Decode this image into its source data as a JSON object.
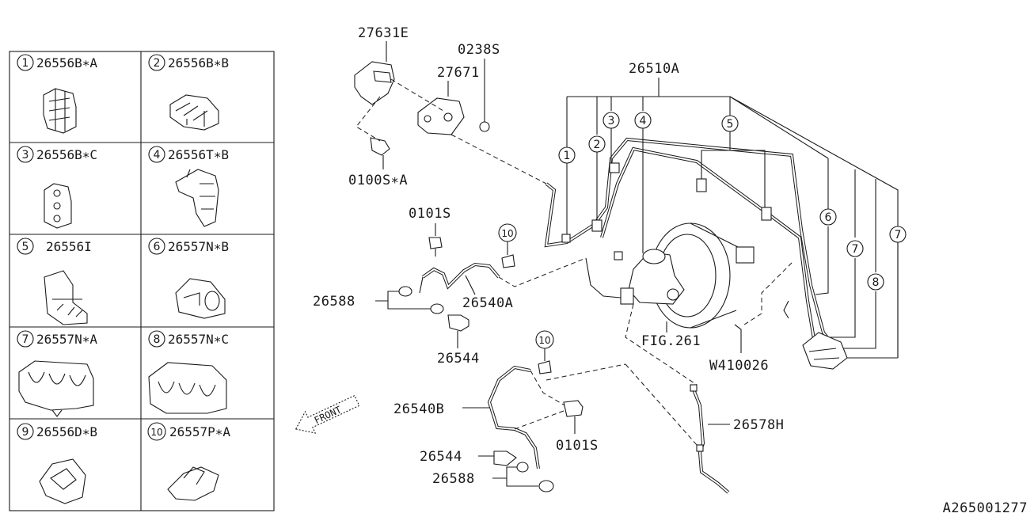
{
  "diagram_id": "A265001277",
  "legend": [
    {
      "num": "1",
      "code": "26556B∗A"
    },
    {
      "num": "2",
      "code": "26556B∗B"
    },
    {
      "num": "3",
      "code": "26556B∗C"
    },
    {
      "num": "4",
      "code": "26556T∗B"
    },
    {
      "num": "5",
      "code": "26556I"
    },
    {
      "num": "6",
      "code": "26557N∗B"
    },
    {
      "num": "7",
      "code": "26557N∗A"
    },
    {
      "num": "8",
      "code": "26557N∗C"
    },
    {
      "num": "9",
      "code": "26556D∗B"
    },
    {
      "num": "10",
      "code": "26557P∗A"
    }
  ],
  "front_label": "FRONT",
  "callouts": {
    "p27631E": "27631E",
    "p0238S": "0238S",
    "p27671": "27671",
    "p26510A": "26510A",
    "p0100SA": "0100S∗A",
    "p0101S_top": "0101S",
    "p26588_top": "26588",
    "p26540A": "26540A",
    "p26544_top": "26544",
    "pFIG261": "FIG.261",
    "pW410026": "W410026",
    "p26540B": "26540B",
    "p0101S_bot": "0101S",
    "p26578H": "26578H",
    "p26544_bot": "26544",
    "p26588_bot": "26588"
  },
  "markers": [
    "1",
    "2",
    "3",
    "4",
    "5",
    "6",
    "7",
    "7",
    "8",
    "10",
    "10"
  ]
}
